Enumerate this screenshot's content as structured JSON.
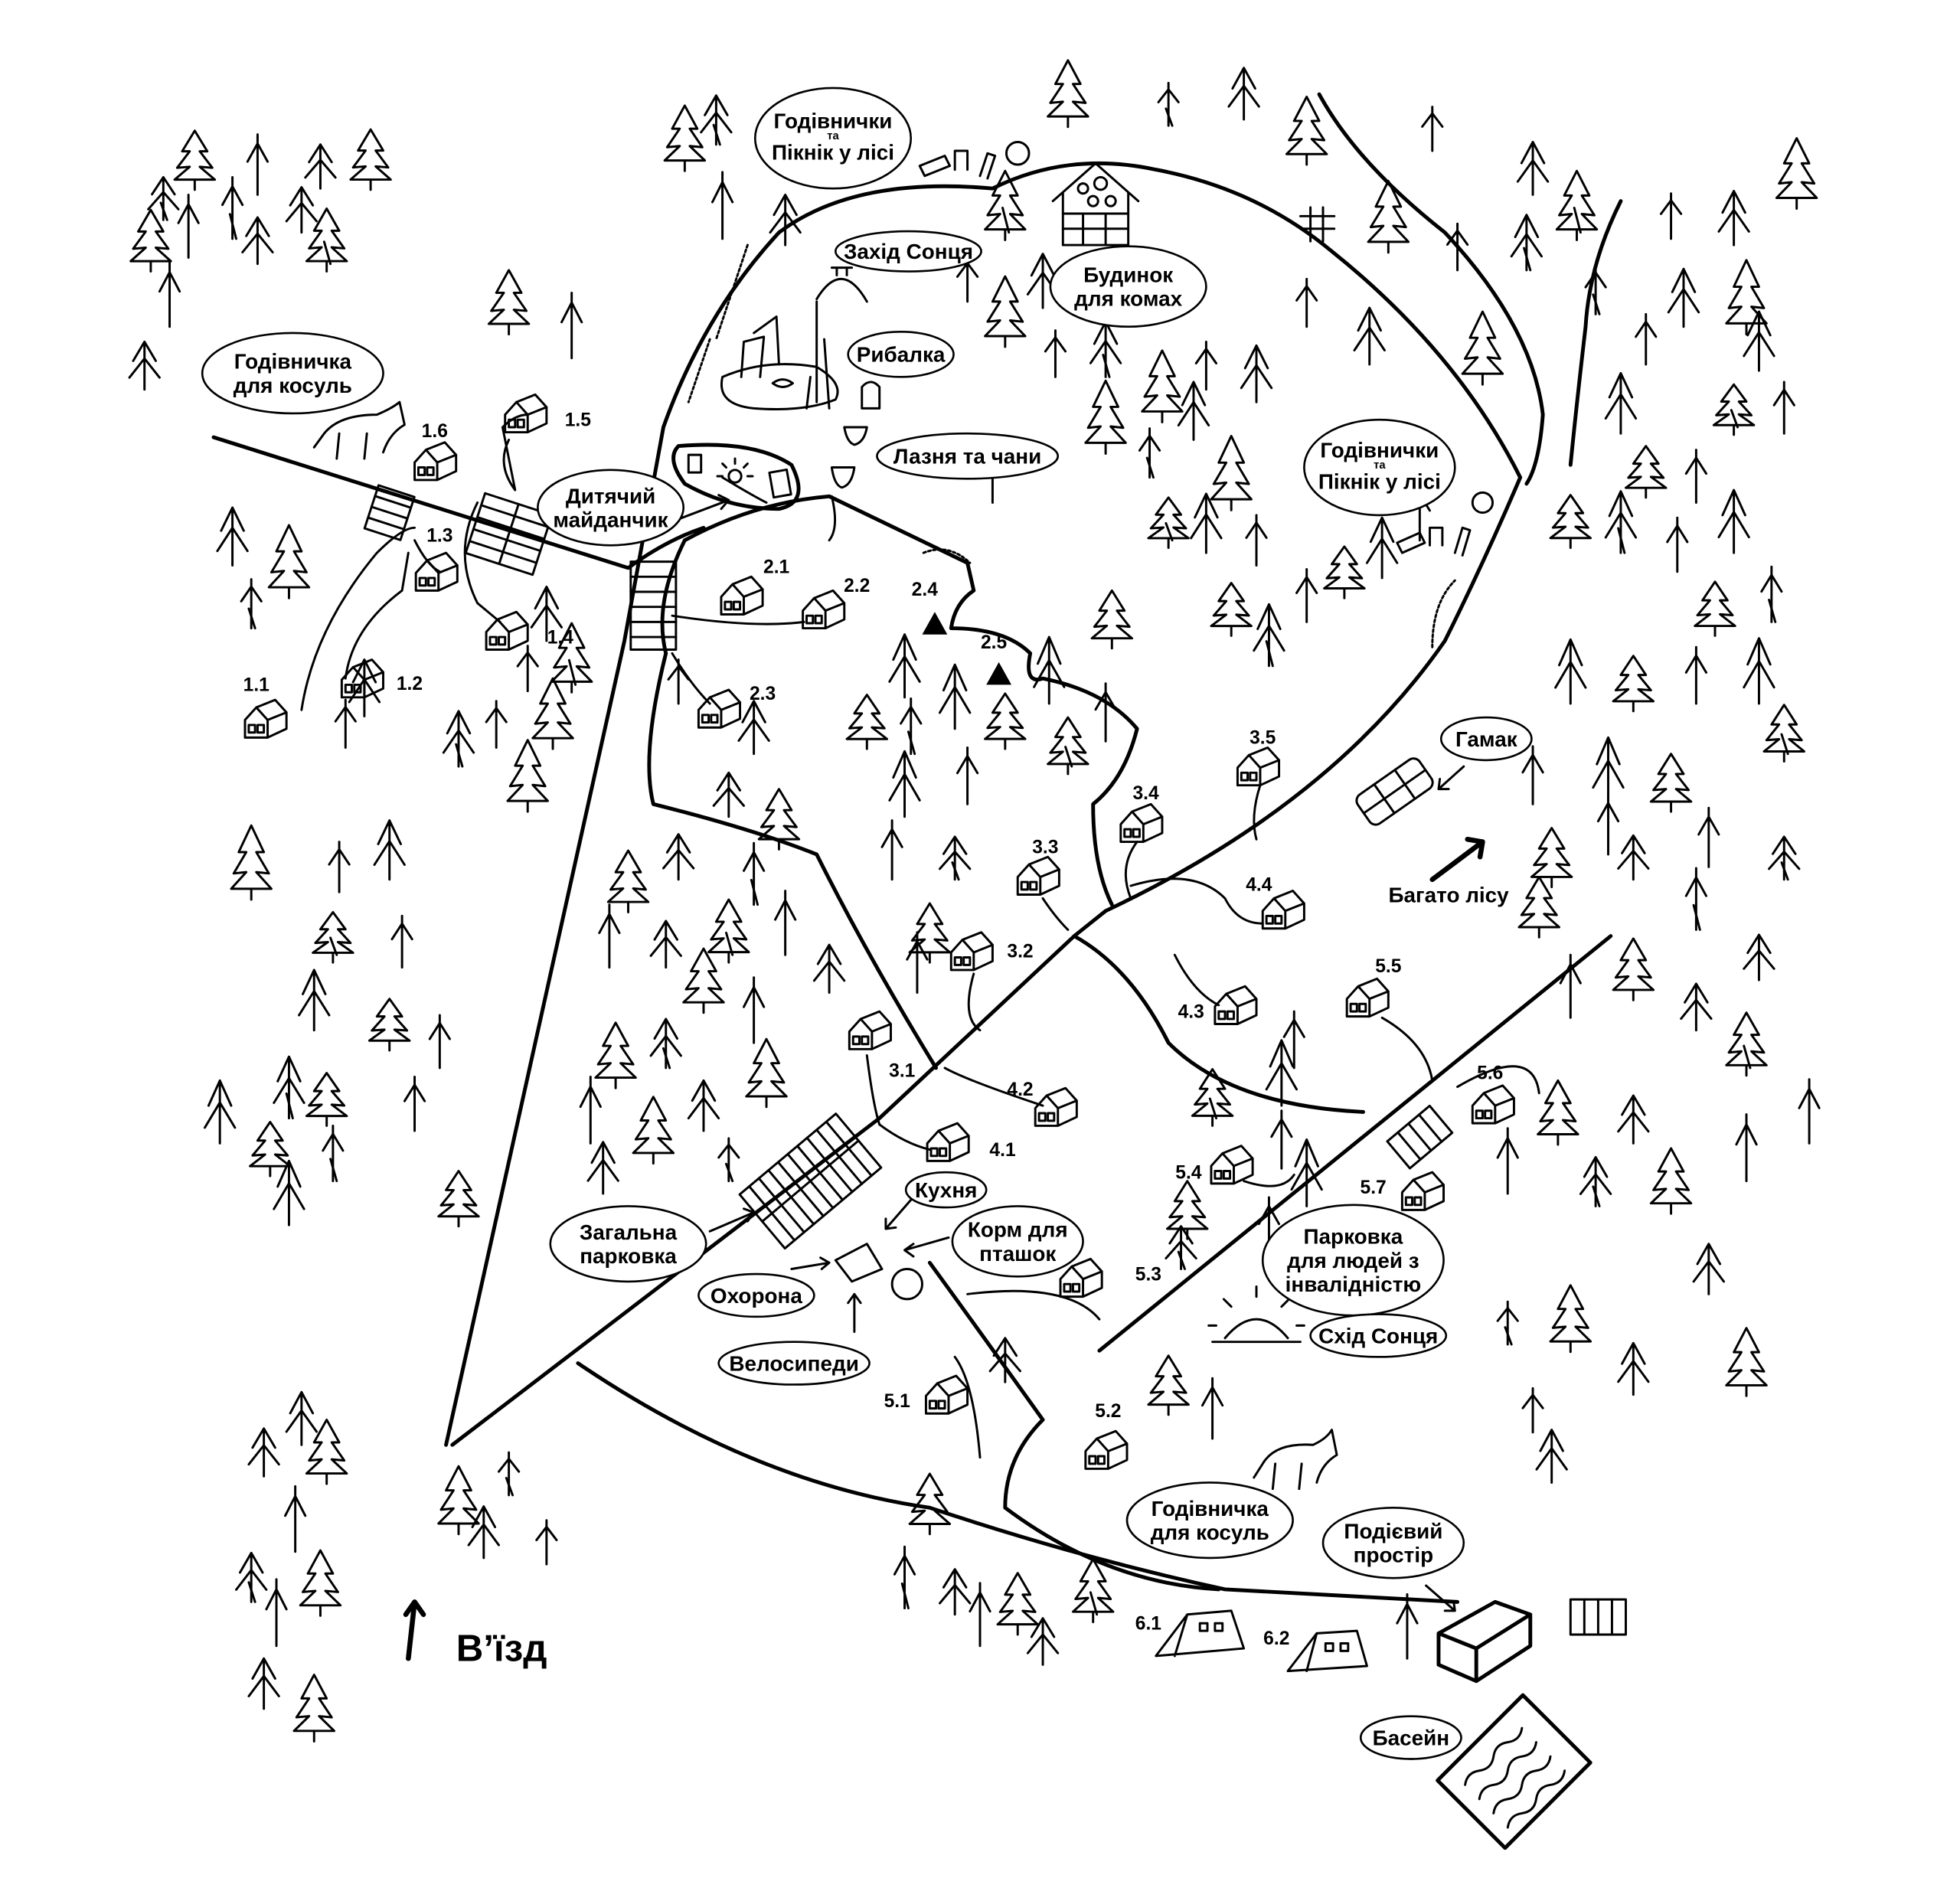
{
  "labels": {
    "picnic_top": {
      "lines": [
        "Годівнички",
        "та",
        "Пікнік у лісі"
      ]
    },
    "sunset": {
      "lines": [
        "Захід Сонця"
      ]
    },
    "insect_house": {
      "lines": [
        "Будинок",
        "для комах"
      ]
    },
    "fishing": {
      "lines": [
        "Рибалка"
      ]
    },
    "sauna": {
      "lines": [
        "Лазня та чани"
      ]
    },
    "picnic_right": {
      "lines": [
        "Годівнички",
        "та",
        "Пікнік у лісі"
      ]
    },
    "deer_feeder_top": {
      "lines": [
        "Годівничка",
        "для косуль"
      ]
    },
    "playground": {
      "lines": [
        "Дитячий",
        "майданчик"
      ]
    },
    "hammock": {
      "lines": [
        "Гамак"
      ]
    },
    "kitchen": {
      "lines": [
        "Кухня"
      ]
    },
    "bird_food": {
      "lines": [
        "Корм для",
        "пташок"
      ]
    },
    "general_parking": {
      "lines": [
        "Загальна",
        "парковка"
      ]
    },
    "security": {
      "lines": [
        "Охорона"
      ]
    },
    "bicycles": {
      "lines": [
        "Велосипеди"
      ]
    },
    "accessible_parking": {
      "lines": [
        "Парковка",
        "для людей з",
        "інвалідністю"
      ]
    },
    "sunrise": {
      "lines": [
        "Схід Сонця"
      ]
    },
    "deer_feeder_bottom": {
      "lines": [
        "Годівничка",
        "для косуль"
      ]
    },
    "event_space": {
      "lines": [
        "Подієвий",
        "простір"
      ]
    },
    "pool": {
      "lines": [
        "Басейн"
      ]
    }
  },
  "forest_note": "Багато лісу",
  "entrance": "В’їзд",
  "cabins": [
    "1.1",
    "1.2",
    "1.3",
    "1.4",
    "1.5",
    "1.6",
    "2.1",
    "2.2",
    "2.3",
    "3.1",
    "3.2",
    "3.3",
    "3.4",
    "3.5",
    "4.1",
    "4.2",
    "4.3",
    "4.4",
    "5.1",
    "5.2",
    "5.3",
    "5.4",
    "5.5",
    "5.6",
    "5.7"
  ],
  "tents": [
    "2.4",
    "2.5"
  ],
  "glamping": [
    "6.1",
    "6.2"
  ],
  "colors": {
    "ink": "#000000",
    "paper": "#ffffff"
  }
}
